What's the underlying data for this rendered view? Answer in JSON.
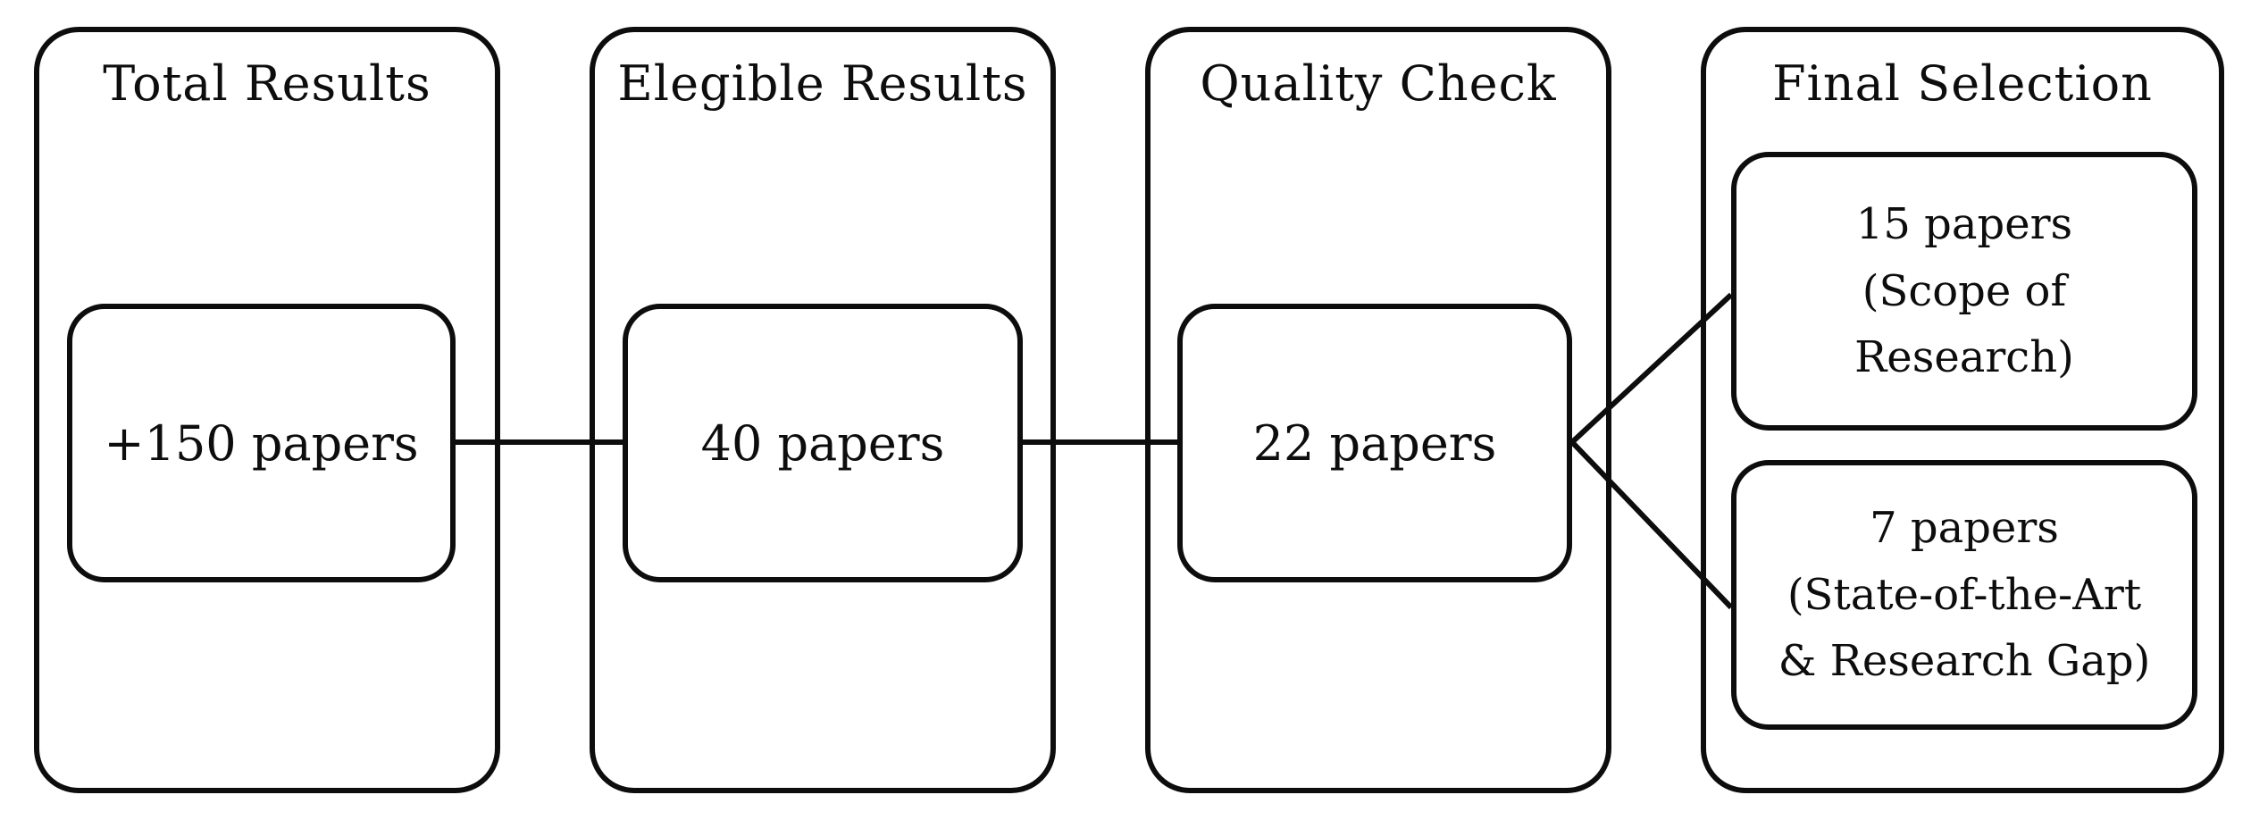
{
  "figure": {
    "background": "#ffffff",
    "line_color": "#0d0d0d",
    "stages": [
      {
        "title": "Total Results",
        "value": "+150 papers"
      },
      {
        "title": "Elegible Results",
        "value": "40 papers"
      },
      {
        "title": "Quality Check",
        "value": "22 papers"
      },
      {
        "title": "Final Selection",
        "outputs": [
          {
            "lines": [
              "15 papers",
              "(Scope of",
              "Research)"
            ]
          },
          {
            "lines": [
              "7 papers",
              "(State-of-the-Art",
              "& Research Gap)"
            ]
          }
        ]
      }
    ]
  }
}
